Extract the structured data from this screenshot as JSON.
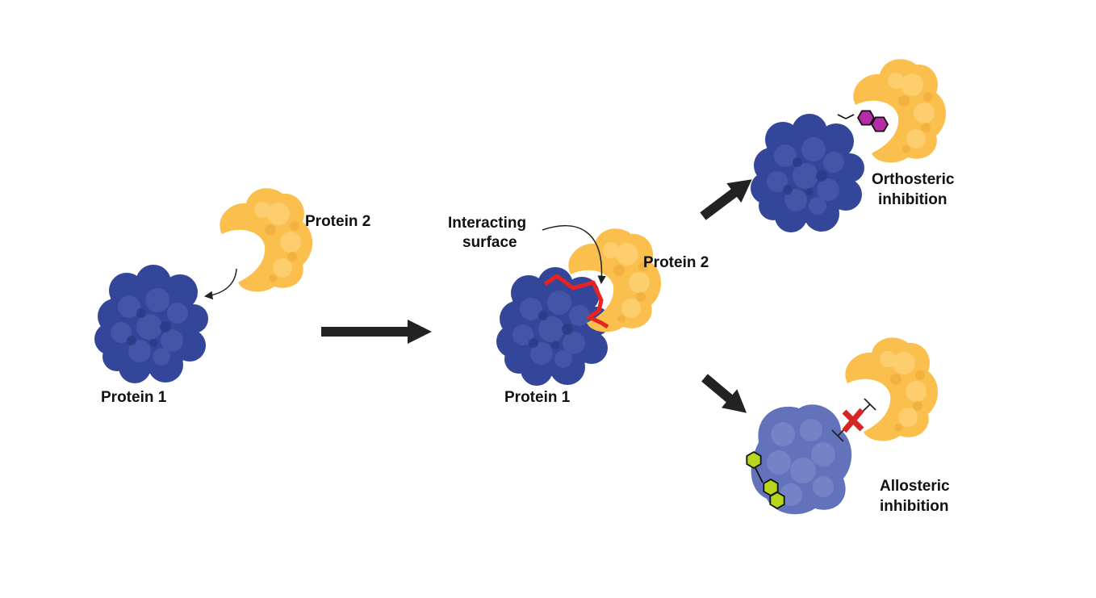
{
  "labels": {
    "protein2_left": "Protein 2",
    "protein1_left": "Protein 1",
    "interacting_line1": "Interacting",
    "interacting_line2": "surface",
    "protein2_mid": "Protein 2",
    "protein1_mid": "Protein 1",
    "orthosteric_line1": "Orthosteric",
    "orthosteric_line2": "inhibition",
    "allosteric_line1": "Allosteric",
    "allosteric_line2": "inhibition"
  },
  "colors": {
    "protein1": "#34469a",
    "protein1_light": "#6272bb",
    "protein2": "#fbbf4e",
    "interface": "#e8231f",
    "orthosteric_ligand": "#b62ba6",
    "allosteric_ligand": "#b7d61c",
    "block_mark": "#d52626",
    "arrow": "#222222"
  },
  "icons": {
    "protein1": "blob-protein-icon",
    "protein2": "crescent-protein-icon",
    "orthosteric_ligand": "naphthalene-ligand-icon",
    "allosteric_ligand": "hexagon-chain-ligand-icon",
    "block": "red-cross-icon"
  }
}
